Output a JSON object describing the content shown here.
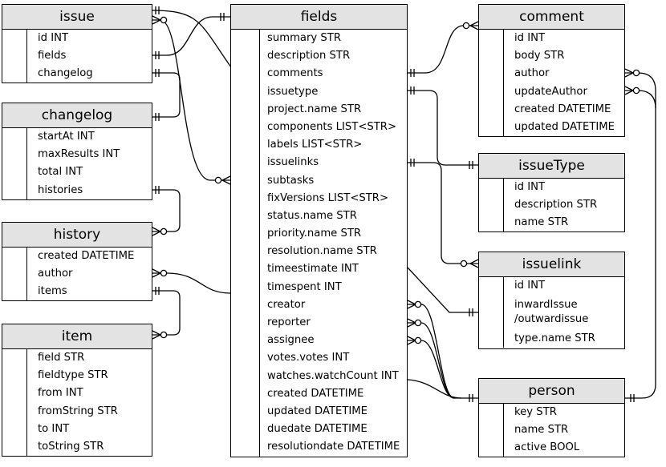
{
  "entities": {
    "issue": {
      "title": "issue",
      "fields": [
        "id INT",
        "fields",
        "changelog"
      ]
    },
    "changelog": {
      "title": "changelog",
      "fields": [
        "startAt INT",
        "maxResults INT",
        "total INT",
        "histories"
      ]
    },
    "history": {
      "title": "history",
      "fields": [
        "created DATETIME",
        "author",
        "items"
      ]
    },
    "item": {
      "title": "item",
      "fields": [
        "field STR",
        "fieldtype STR",
        "from INT",
        "fromString STR",
        "to INT",
        "toString STR"
      ]
    },
    "fields": {
      "title": "fields",
      "fields": [
        "summary STR",
        "description STR",
        "comments",
        "issuetype",
        "project.name STR",
        "components LIST<STR>",
        "labels LIST<STR>",
        "issuelinks",
        "subtasks",
        "fixVersions LIST<STR>",
        "status.name STR",
        "priority.name STR",
        "resolution.name STR",
        "timeestimate INT",
        "timespent INT",
        "creator",
        "reporter",
        "assignee",
        "votes.votes INT",
        "watches.watchCount INT",
        "created DATETIME",
        "updated DATETIME",
        "duedate DATETIME",
        "resolutiondate DATETIME"
      ]
    },
    "comment": {
      "title": "comment",
      "fields": [
        "id INT",
        "body STR",
        "author",
        "updateAuthor",
        "created DATETIME",
        "updated DATETIME"
      ]
    },
    "issueType": {
      "title": "issueType",
      "fields": [
        "id INT",
        "description STR",
        "name STR"
      ]
    },
    "issuelink": {
      "title": "issuelink",
      "fields": [
        "id INT",
        "inwardIssue\n/outwardissue",
        "type.name STR"
      ]
    },
    "person": {
      "title": "person",
      "fields": [
        "key STR",
        "name STR",
        "active BOOL"
      ]
    }
  }
}
